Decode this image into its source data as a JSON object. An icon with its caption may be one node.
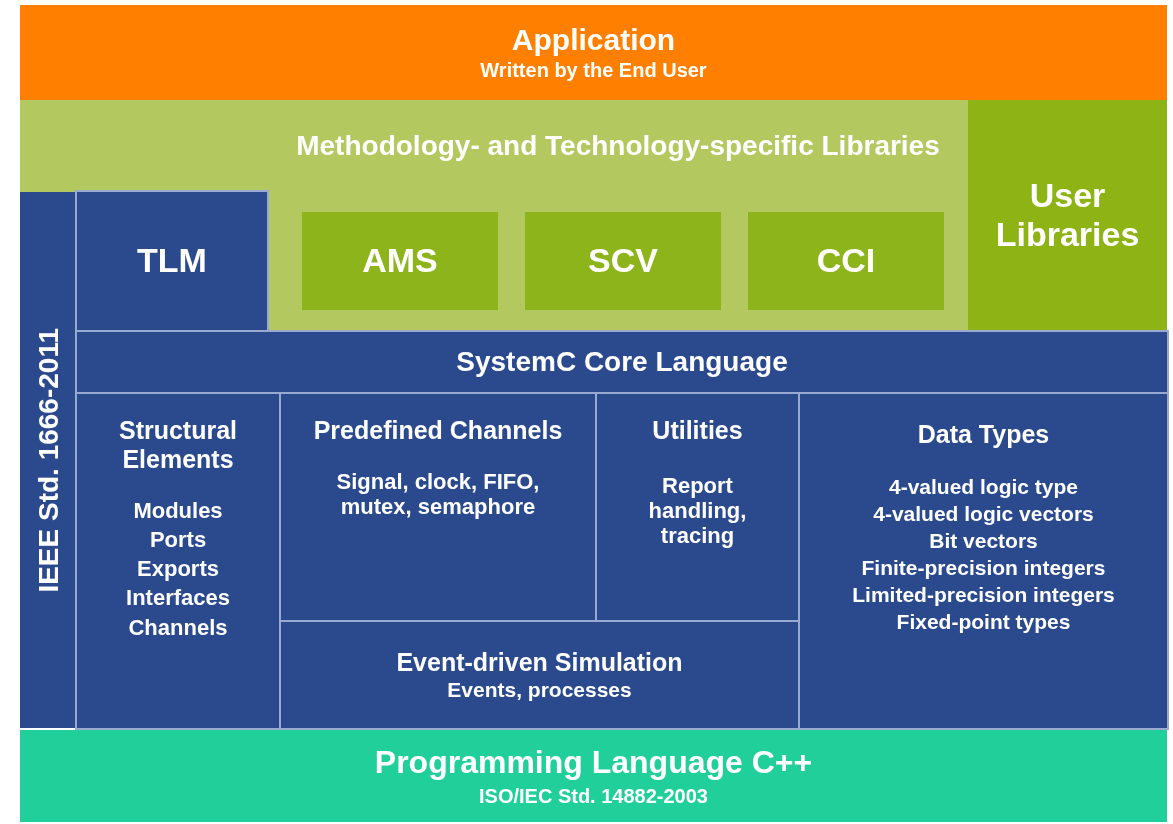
{
  "diagram": {
    "nodes": [
      {
        "text": [
          "Application",
          "Written by the End User"
        ]
      },
      {
        "text": [
          "Methodology- and Technology-specific Libraries"
        ]
      },
      {
        "text": [
          "User Libraries"
        ]
      },
      {
        "text": [
          "IEEE Std. 1666-2011"
        ]
      },
      {
        "text": [
          "TLM"
        ]
      },
      {
        "text": [
          "AMS"
        ],
        "in": 1
      },
      {
        "text": [
          "SCV"
        ],
        "in": 1
      },
      {
        "text": [
          "CCI"
        ],
        "in": 1
      },
      {
        "text": [
          "SystemC Core Language"
        ]
      },
      {
        "text": [
          "Structural Elements",
          "Modules",
          "Ports",
          "Exports",
          "Interfaces",
          "Channels"
        ]
      },
      {
        "text": [
          "Predefined Channels",
          "Signal, clock, FIFO, mutex, semaphore"
        ]
      },
      {
        "text": [
          "Utilities",
          "Report handling, tracing"
        ]
      },
      {
        "text": [
          "Data Types",
          "4-valued logic type",
          "4-valued logic vectors",
          "Bit vectors",
          "Finite-precision integers",
          "Limited-precision integers",
          "Fixed-point types"
        ]
      },
      {
        "text": [
          "Event-driven Simulation",
          "Events, processes"
        ]
      },
      {
        "text": [
          "Programming Language C++",
          "ISO/IEC Std. 14882-2003"
        ]
      }
    ]
  }
}
